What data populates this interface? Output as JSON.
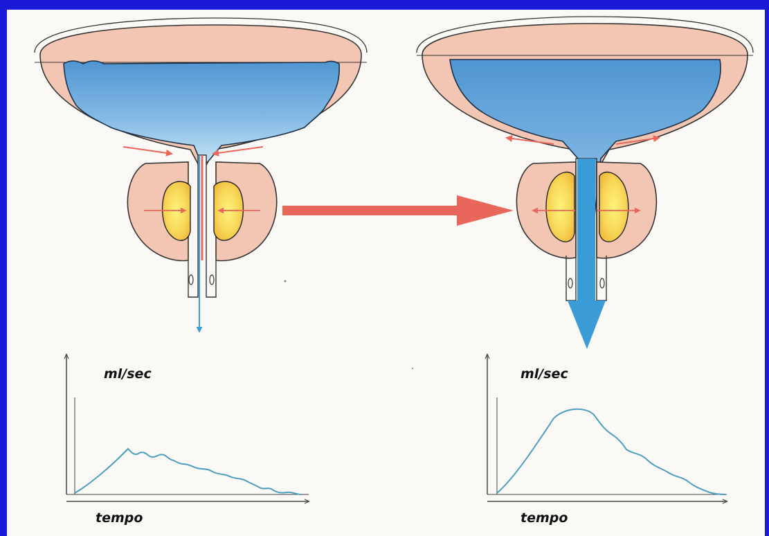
{
  "colors": {
    "slide_frame": "#1a1ad8",
    "paper": "#fbf9f5",
    "bladder_wall": "#f2c6b2",
    "urine_top": "#4f95d2",
    "urine_bottom": "#c4e2f5",
    "adenoma_center": "#fff27a",
    "adenoma_edge": "#f0ba3c",
    "pressure_arrow": "#e9675a",
    "stream": "#3a9bd6",
    "curve": "#4d9fbf"
  },
  "left_panel": {
    "y_label": "ml/sec",
    "x_label": "tempo",
    "curve": {
      "x": [
        0,
        0.22,
        0.3,
        0.4,
        0.55,
        0.7,
        0.85,
        1.0
      ],
      "y": [
        0,
        0.32,
        0.28,
        0.24,
        0.2,
        0.12,
        0.06,
        0
      ]
    }
  },
  "right_panel": {
    "y_label": "ml/sec",
    "x_label": "tempo",
    "curve": {
      "x": [
        0,
        0.15,
        0.3,
        0.4,
        0.5,
        0.6,
        0.75,
        0.9,
        1.0
      ],
      "y": [
        0,
        0.55,
        0.88,
        0.85,
        0.65,
        0.5,
        0.3,
        0.08,
        0
      ]
    }
  }
}
